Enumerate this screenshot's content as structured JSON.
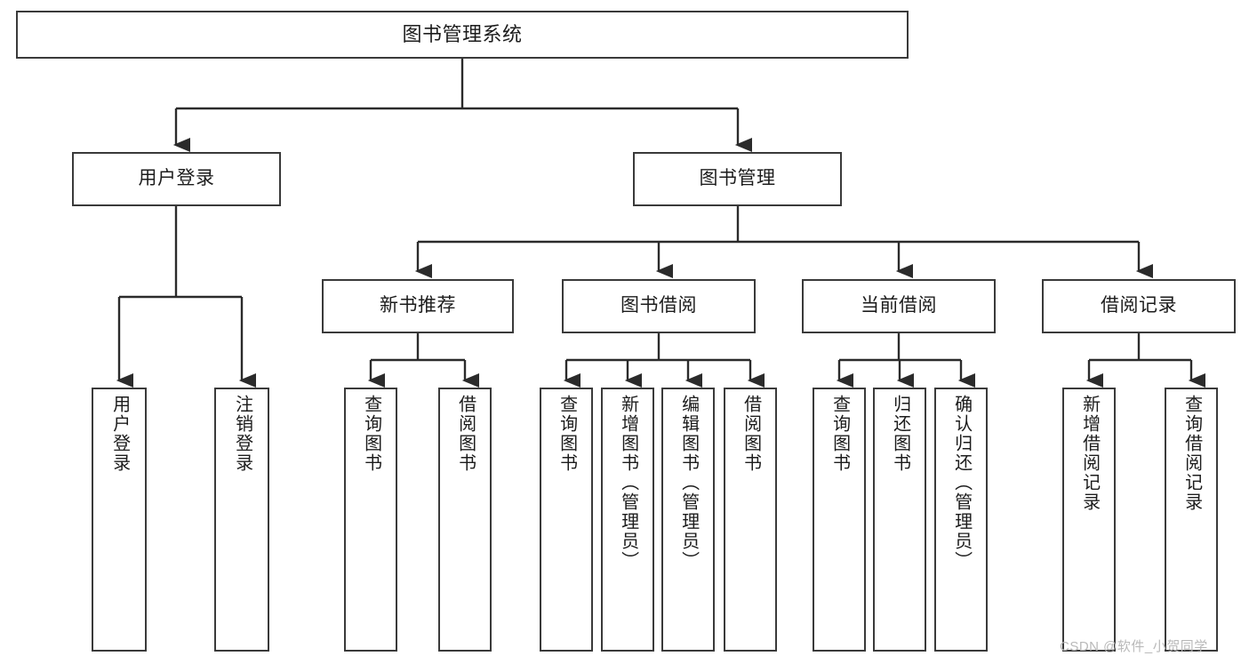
{
  "diagram": {
    "title": "图书管理系统",
    "type": "tree",
    "style": {
      "box_border_color": "#3a3a3a",
      "box_fill": "#ffffff",
      "line_color": "#2b2b2b",
      "text_color": "#1c1c1c",
      "background": "#ffffff"
    },
    "root": {
      "label": "图书管理系统"
    },
    "level2": [
      {
        "label": "用户登录"
      },
      {
        "label": "图书管理"
      }
    ],
    "level3": [
      {
        "label": "新书推荐"
      },
      {
        "label": "图书借阅"
      },
      {
        "label": "当前借阅"
      },
      {
        "label": "借阅记录"
      }
    ],
    "leaves": {
      "user_login": [
        {
          "label": "用户登录"
        },
        {
          "label": "注销登录"
        }
      ],
      "new_book_recommend": [
        {
          "label": "查询图书"
        },
        {
          "label": "借阅图书"
        }
      ],
      "book_borrow": [
        {
          "label": "查询图书"
        },
        {
          "label": "新增图书（管理员）"
        },
        {
          "label": "编辑图书（管理员）"
        },
        {
          "label": "借阅图书"
        }
      ],
      "current_borrow": [
        {
          "label": "查询图书"
        },
        {
          "label": "归还图书"
        },
        {
          "label": "确认归还（管理员）"
        }
      ],
      "borrow_record": [
        {
          "label": "新增借阅记录"
        },
        {
          "label": "查询借阅记录"
        }
      ]
    },
    "watermark": "CSDN @软件_小贺同学"
  }
}
